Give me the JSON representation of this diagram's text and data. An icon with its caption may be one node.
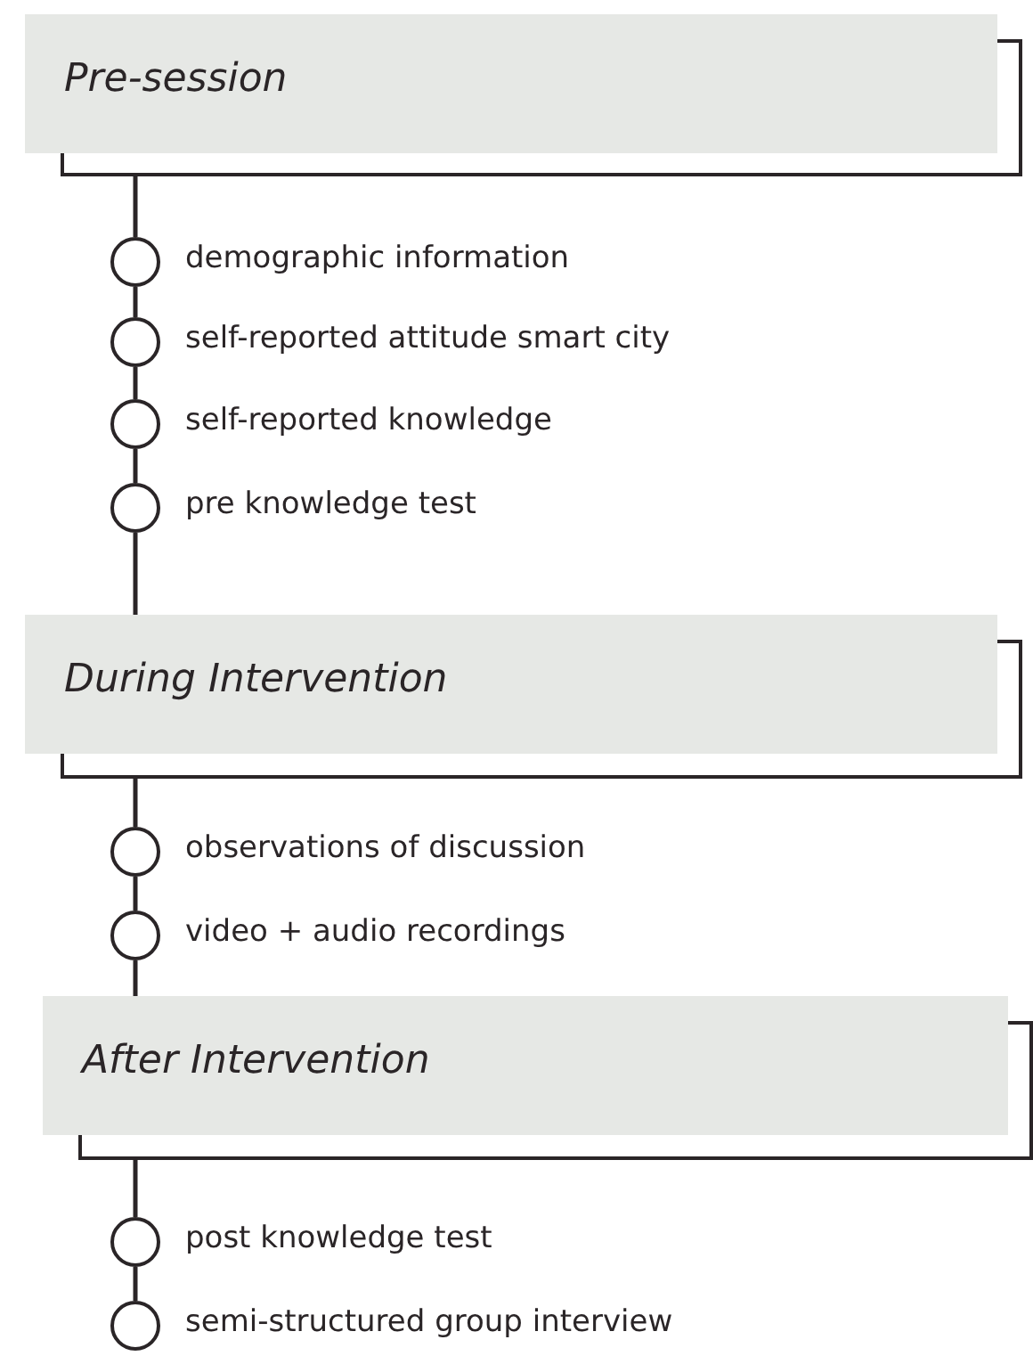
{
  "diagram": {
    "nodes": [
      {
        "text": [
          "Pre-session"
        ]
      },
      {
        "text": [],
        "shape": "circle",
        "beside": [
          "demographic information"
        ]
      },
      {
        "text": [],
        "shape": "circle",
        "beside": [
          "self-reported attitude smart city"
        ]
      },
      {
        "text": [],
        "shape": "circle",
        "beside": [
          "self-reported knowledge"
        ]
      },
      {
        "text": [],
        "shape": "circle",
        "beside": [
          "pre knowledge test"
        ]
      },
      {
        "text": [
          "During Intervention"
        ]
      },
      {
        "text": [],
        "shape": "circle",
        "beside": [
          "observations of discussion"
        ]
      },
      {
        "text": [],
        "shape": "circle",
        "beside": [
          "video + audio recordings"
        ]
      },
      {
        "text": [
          "After Intervention"
        ]
      },
      {
        "text": [],
        "shape": "circle",
        "beside": [
          "post knowledge test"
        ]
      },
      {
        "text": [],
        "shape": "circle",
        "beside": [
          "semi-structured group interview"
        ]
      }
    ],
    "edges": [
      {
        "from": 0,
        "to": 1,
        "arrow": "none"
      },
      {
        "from": 1,
        "to": 2,
        "arrow": "none"
      },
      {
        "from": 2,
        "to": 3,
        "arrow": "none"
      },
      {
        "from": 3,
        "to": 4,
        "arrow": "none"
      },
      {
        "from": 4,
        "to": 5,
        "arrow": "none"
      },
      {
        "from": 5,
        "to": 6,
        "arrow": "none"
      },
      {
        "from": 6,
        "to": 7,
        "arrow": "none"
      },
      {
        "from": 7,
        "to": 8,
        "arrow": "none"
      },
      {
        "from": 8,
        "to": 9,
        "arrow": "none"
      },
      {
        "from": 9,
        "to": 10,
        "arrow": "none"
      }
    ]
  }
}
